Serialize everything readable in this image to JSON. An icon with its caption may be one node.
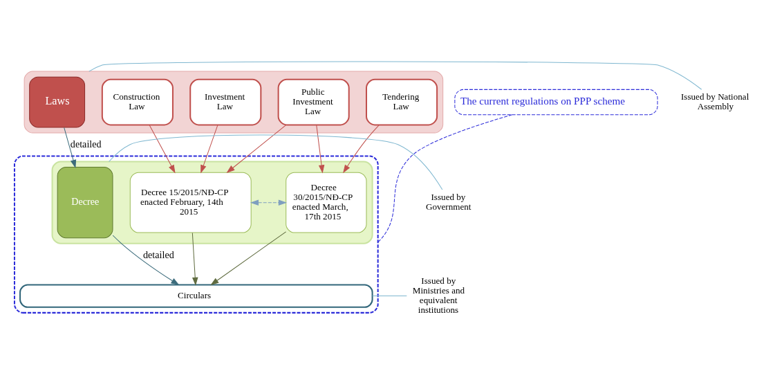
{
  "diagram": {
    "nodes": [
      {
        "text": [],
        "shape": "band"
      },
      {
        "text": [
          "Laws"
        ],
        "in": 0
      },
      {
        "text": [
          "Construction Law"
        ],
        "in": 0
      },
      {
        "text": [
          "Investment Law"
        ],
        "in": 0
      },
      {
        "text": [
          "Public Investment Law"
        ],
        "in": 0
      },
      {
        "text": [
          "Tendering Law"
        ],
        "in": 0
      },
      {
        "text": [],
        "shape": "box"
      },
      {
        "text": [],
        "shape": "band",
        "in": 6
      },
      {
        "text": [
          "Decree"
        ],
        "in": 7
      },
      {
        "text": [
          "Decree 15/2015/NĐ-CP enacted February, 14th 2015"
        ],
        "in": 7
      },
      {
        "text": [
          "Decree 30/2015/NĐ-CP enacted March, 17th 2015"
        ],
        "in": 7
      },
      {
        "text": [
          "Circulars"
        ],
        "in": 6
      },
      {
        "text": [
          "The current regulations on PPP scheme"
        ]
      },
      {
        "text": [
          "Issued by National Assembly"
        ]
      },
      {
        "text": [
          "Issued by Government"
        ]
      },
      {
        "text": [
          "Issued by Ministries and equivalent institutions"
        ]
      }
    ],
    "edges": [
      {
        "from": 1,
        "to": 8,
        "arrow": "to",
        "label": "detailed",
        "color": "#3b6b7b"
      },
      {
        "from": 8,
        "to": 11,
        "arrow": "to",
        "label": "detailed",
        "color": "#3b6b7b"
      },
      {
        "from": 2,
        "to": 9,
        "arrow": "to",
        "color": "#c0504d"
      },
      {
        "from": 3,
        "to": 9,
        "arrow": "to",
        "color": "#c0504d"
      },
      {
        "from": 4,
        "to": 9,
        "arrow": "to",
        "color": "#c0504d"
      },
      {
        "from": 4,
        "to": 10,
        "arrow": "to",
        "color": "#c0504d"
      },
      {
        "from": 5,
        "to": 10,
        "arrow": "to",
        "color": "#c0504d"
      },
      {
        "from": 9,
        "to": 10,
        "arrow": "both",
        "style": "dashed",
        "color": "#7f9fbf"
      },
      {
        "from": 9,
        "to": 11,
        "arrow": "to",
        "color": "#5f6b3f"
      },
      {
        "from": 10,
        "to": 11,
        "arrow": "to",
        "color": "#5f6b3f"
      },
      {
        "from": 12,
        "to": 6,
        "arrow": "none",
        "style": "dashed",
        "color": "#2b2bd9"
      },
      {
        "from": 13,
        "to": 0,
        "arrow": "none",
        "color": "#7fb7d0"
      },
      {
        "from": 14,
        "to": 7,
        "arrow": "none",
        "color": "#7fb7d0"
      },
      {
        "from": 15,
        "to": 11,
        "arrow": "none",
        "color": "#7fb7d0"
      }
    ]
  }
}
